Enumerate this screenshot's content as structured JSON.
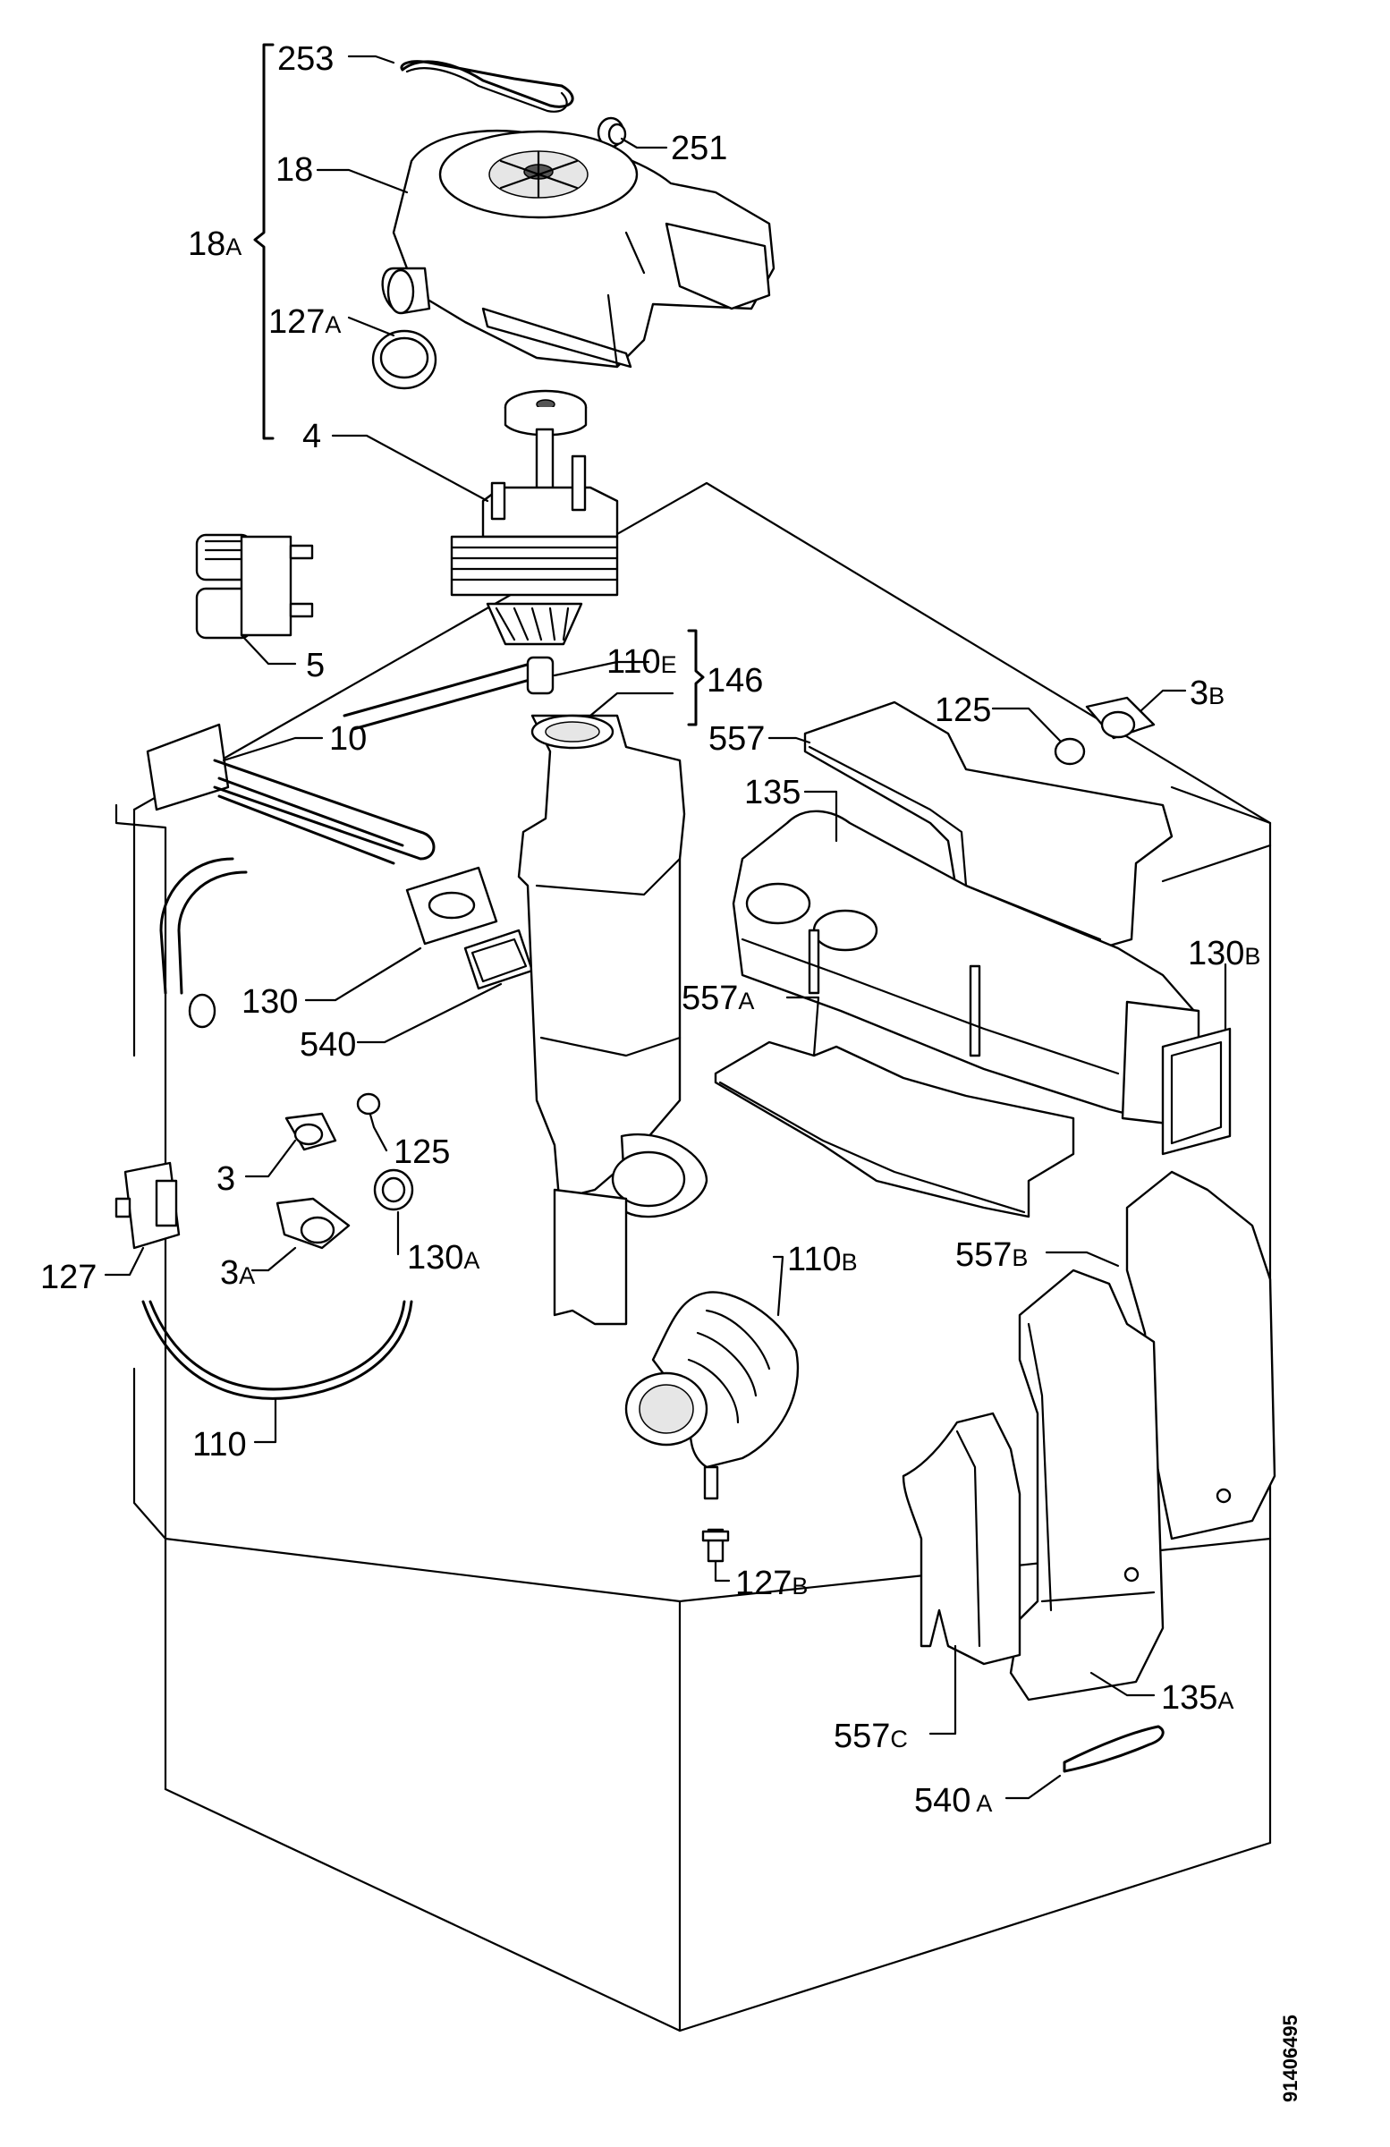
{
  "diagram": {
    "document_id": "91406495",
    "labels": {
      "l253": "253",
      "l251": "251",
      "l18": "18",
      "l18A": "18",
      "l18A_sub": "A",
      "l127A": "127",
      "l127A_sub": "A",
      "l4": "4",
      "l5": "5",
      "l110E": "110",
      "l110E_sub": "E",
      "l146": "146",
      "l10": "10",
      "l557": "557",
      "l125_top": "125",
      "l3B": "3",
      "l3B_sub": "B",
      "l135": "135",
      "l130B": "130",
      "l130B_sub": "B",
      "l130": "130",
      "l540": "540",
      "l557A": "557",
      "l557A_sub": "A",
      "l125": "125",
      "l3": "3",
      "l3A": "3",
      "l3A_sub": "A",
      "l130A": "130",
      "l130A_sub": "A",
      "l127": "127",
      "l110B": "110",
      "l110B_sub": "B",
      "l557B": "557",
      "l557B_sub": "B",
      "l110": "110",
      "l127B": "127",
      "l127B_sub": "B",
      "l135A": "135",
      "l135A_sub": "A",
      "l557C": "557",
      "l557C_sub": "C",
      "l540A": "540",
      "l540A_sub": "A"
    }
  }
}
